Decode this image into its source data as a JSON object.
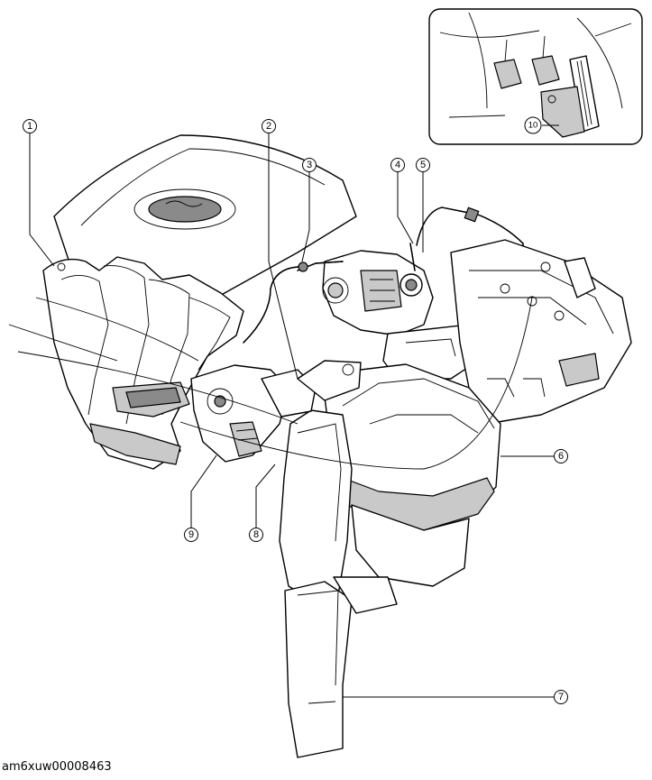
{
  "callouts": [
    {
      "id": "c1",
      "label": "1"
    },
    {
      "id": "c2",
      "label": "2"
    },
    {
      "id": "c3",
      "label": "3"
    },
    {
      "id": "c4",
      "label": "4"
    },
    {
      "id": "c5",
      "label": "5"
    },
    {
      "id": "c6",
      "label": "6"
    },
    {
      "id": "c7",
      "label": "7"
    },
    {
      "id": "c8",
      "label": "8"
    },
    {
      "id": "c9",
      "label": "9"
    },
    {
      "id": "c10",
      "label": "10"
    }
  ],
  "figure_code": "am6xuw00008463"
}
